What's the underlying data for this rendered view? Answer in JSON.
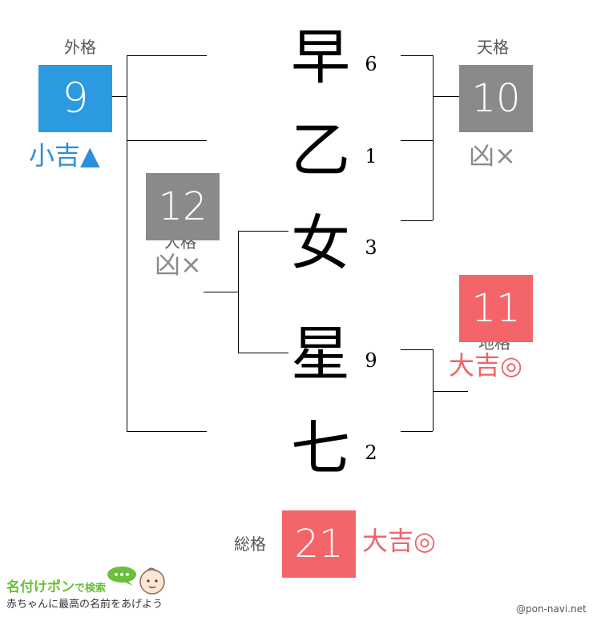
{
  "name_chars": [
    "早",
    "乙",
    "女",
    "星",
    "七"
  ],
  "strokes": [
    "6",
    "1",
    "3",
    "9",
    "2"
  ],
  "gaikaku": {
    "label": "外格",
    "value": "9",
    "verdict": "小吉▲",
    "color": "#2b9ae0"
  },
  "tenkaku": {
    "label": "天格",
    "value": "10",
    "verdict": "凶×",
    "color": "#8a8a8a"
  },
  "jinkaku": {
    "label": "人格",
    "value": "12",
    "verdict": "凶×",
    "color": "#8a8a8a"
  },
  "chikaku": {
    "label": "地格",
    "value": "11",
    "verdict": "大吉◎",
    "color": "#f4656a"
  },
  "soukaku": {
    "label": "総格",
    "value": "21",
    "verdict": "大吉◎",
    "color": "#f4656a"
  },
  "footer": {
    "brand": "名付けポン",
    "brand_suffix": "で検索",
    "tagline": "赤ちゃんに最高の名前をあげよう",
    "credit": "@pon-navi.net",
    "bubble": "..."
  }
}
